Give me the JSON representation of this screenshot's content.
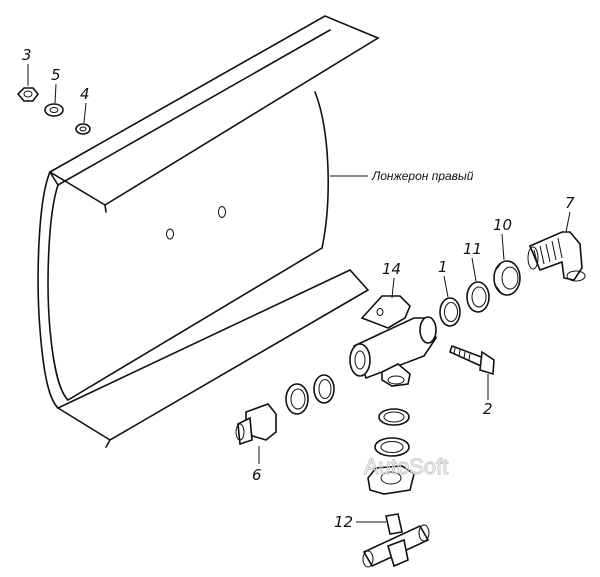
{
  "diagram": {
    "rail_label": "Лонжерон правый",
    "watermark": "AutoSoft",
    "part_numbers": {
      "p1": "1",
      "p2": "2",
      "p3": "3",
      "p4": "4",
      "p5": "5",
      "p6": "6",
      "p7": "7",
      "p10": "10",
      "p11": "11",
      "p12": "12",
      "p14": "14"
    }
  }
}
